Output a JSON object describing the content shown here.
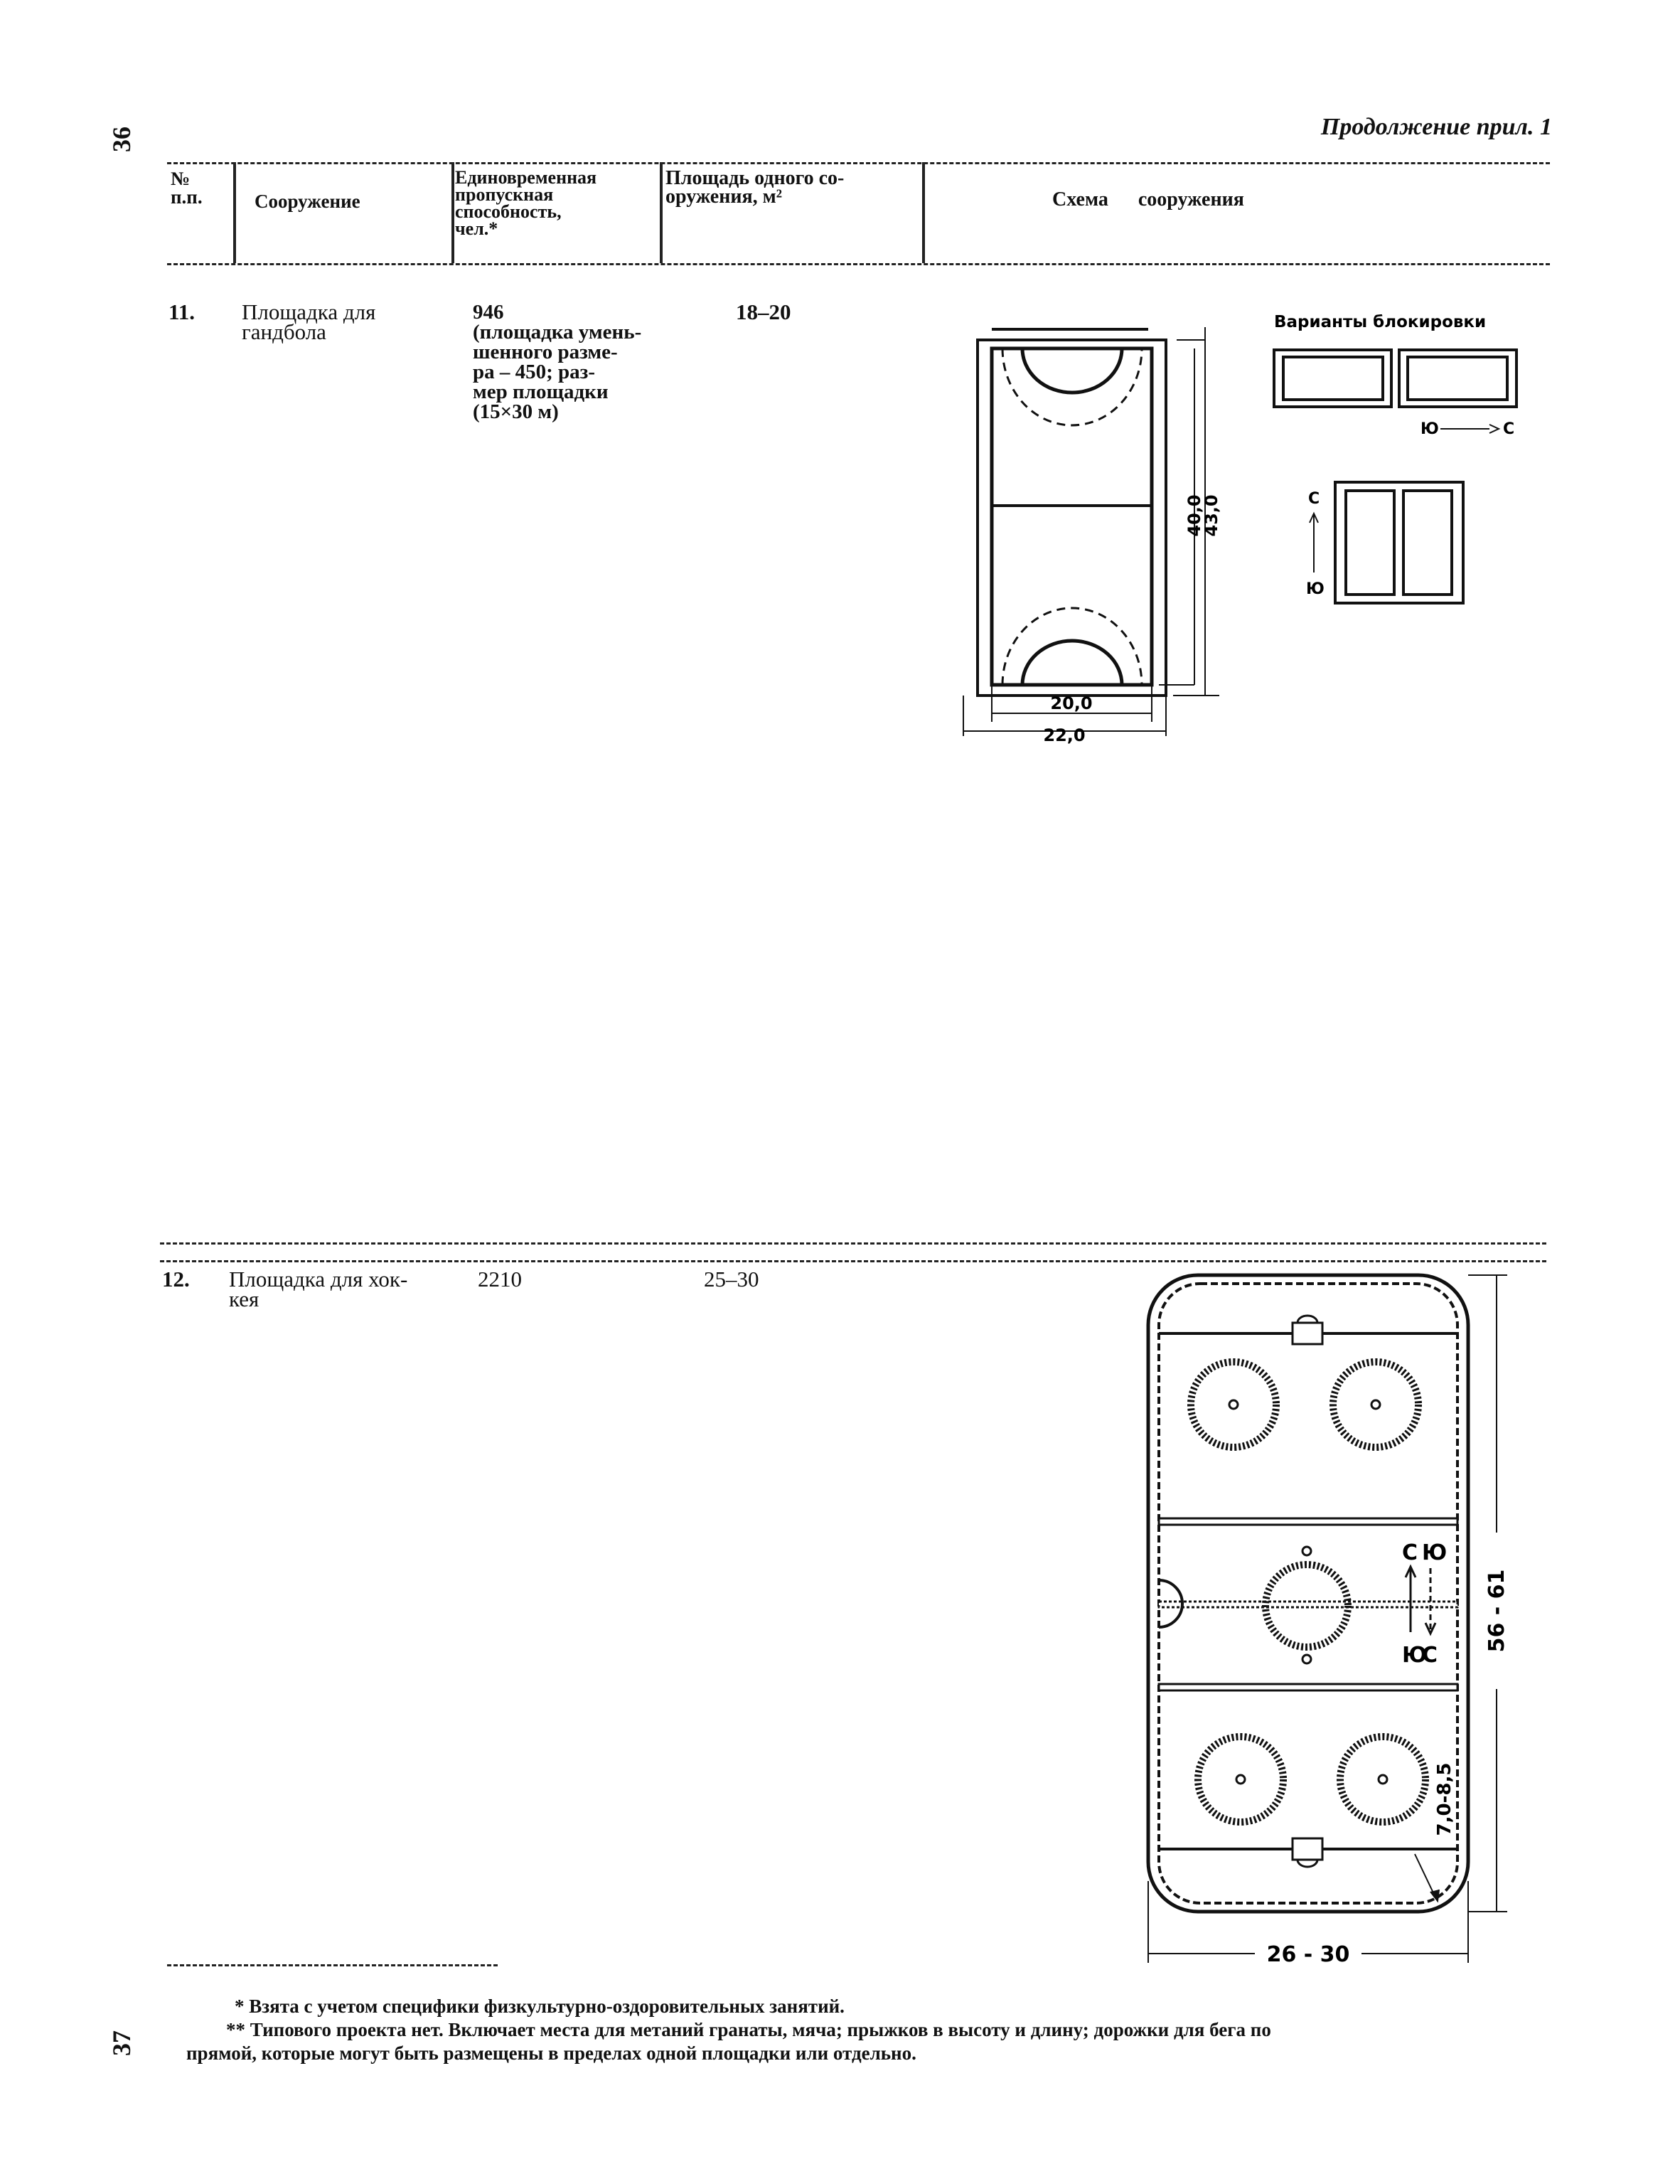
{
  "page": {
    "page_top": "36",
    "page_bottom": "37",
    "continuation": "Продолжение прил. 1"
  },
  "table_header": {
    "col_no": [
      "№",
      "п.п."
    ],
    "col_structure": "Сооружение",
    "col_capacity": [
      "Единовременная",
      "пропускная",
      "способность,",
      "чел.*"
    ],
    "col_area": [
      "Площадь одного со-",
      "оружения, м²"
    ],
    "col_scheme": [
      "Схема",
      "сооружения"
    ]
  },
  "rows": [
    {
      "no": "11.",
      "name": [
        "Площадка для",
        "гандбола"
      ],
      "capacity": [
        "946",
        "(площадка умень-",
        "шенного разме-",
        "ра – 450; раз-",
        "мер площадки",
        "(15×30 м)"
      ],
      "area": "18–20",
      "scheme": {
        "inner_length": "40,0",
        "outer_length": "43,0",
        "inner_width": "20,0",
        "outer_width": "22,0",
        "blocking_title": "Варианты блокировки",
        "dir_south": "Ю",
        "dir_north": "С"
      }
    },
    {
      "no": "12.",
      "name": [
        "Площадка для хок-",
        "кея"
      ],
      "capacity": [
        "2210"
      ],
      "area": "25–30",
      "scheme": {
        "length": "56 - 61",
        "width": "26 - 30",
        "corner_radius": "7,0-8,5",
        "dir_north": "С",
        "dir_south": "Ю"
      }
    }
  ],
  "footnotes": {
    "note1": "* Взята с учетом специфики физкультурно-оздоровительных занятий.",
    "note2_line1": "** Типового проекта нет. Включает места для метаний гранаты, мяча;  прыжков в высоту и длину;  дорожки для бега по",
    "note2_line2": "прямой, которые могут быть размещены в пределах одной площадки или отдельно."
  }
}
